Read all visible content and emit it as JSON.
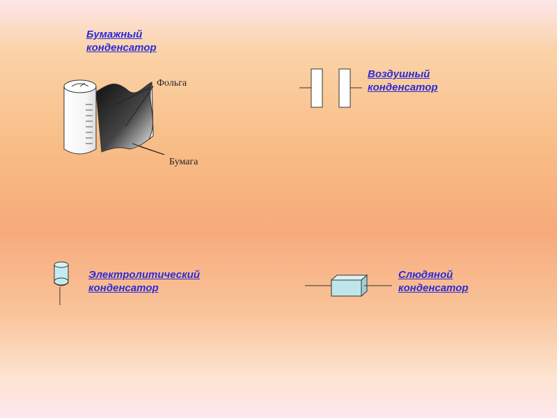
{
  "slide": {
    "paper_capacitor": {
      "title_line1": "Бумажный",
      "title_line2": "конденсатор",
      "icon": "paper-capacitor-icon"
    },
    "air_capacitor": {
      "title_line1": "Воздушный",
      "title_line2": "конденсатор",
      "icon": "air-capacitor-icon"
    },
    "electrolytic_capacitor": {
      "title_line1": "Электролитический",
      "title_line2": "конденсатор",
      "icon": "electrolytic-capacitor-icon"
    },
    "mica_capacitor": {
      "title_line1": "Слюдяной",
      "title_line2": "конденсатор",
      "icon": "mica-capacitor-icon"
    },
    "callouts": {
      "foil": "Фольга",
      "paper": "Бумага"
    },
    "colors": {
      "link": "#2b2bd6",
      "mica_body": "#bfe6ea",
      "electrolytic_body": "#c4ecee"
    }
  }
}
